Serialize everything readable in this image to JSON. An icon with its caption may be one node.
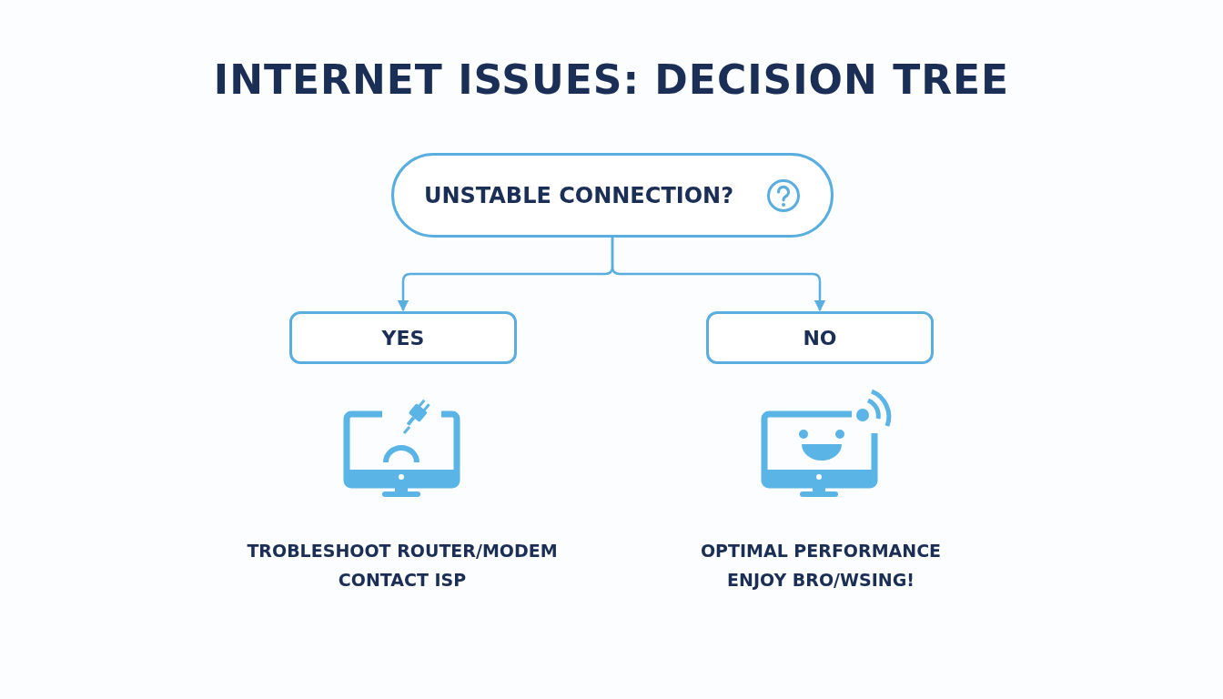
{
  "diagram": {
    "title": "INTERNET ISSUES: DECISION TREE",
    "nodes": [
      {
        "text": [
          "UNSTABLE CONNECTION?"
        ]
      },
      {
        "text": [
          "YES"
        ]
      },
      {
        "text": [
          "NO"
        ]
      }
    ],
    "edges": [
      {
        "from": 0,
        "to": 1,
        "arrow": "to"
      },
      {
        "from": 0,
        "to": 2,
        "arrow": "to"
      }
    ],
    "labels": [
      "TROBLESHOOT ROUTER/MODEM",
      "CONTACT ISP",
      "OPTIMAL PERFORMANCE",
      "ENJOY BRO/WSING!"
    ]
  }
}
